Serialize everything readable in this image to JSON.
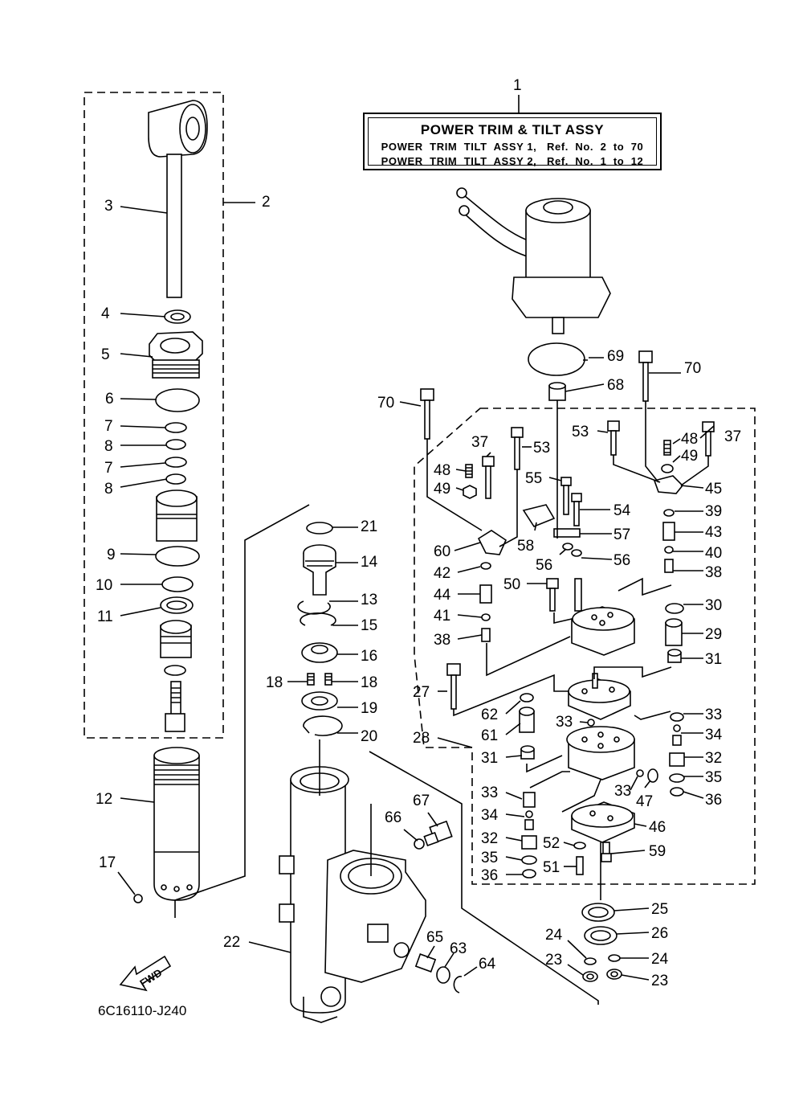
{
  "title_box": {
    "main": "POWER TRIM & TILT ASSY",
    "line1": "POWER  TRIM  TILT  ASSY 1,   Ref.  No.  2  to  70",
    "line2": "POWER  TRIM  TILT  ASSY 2,   Ref.  No.  1  to  12"
  },
  "drawing_code": "6C16110-J240",
  "fwd_label": "FWD",
  "callouts": [
    {
      "id": "c1",
      "text": "1"
    },
    {
      "id": "c2",
      "text": "2"
    },
    {
      "id": "c3",
      "text": "3"
    },
    {
      "id": "c4",
      "text": "4"
    },
    {
      "id": "c5",
      "text": "5"
    },
    {
      "id": "c6",
      "text": "6"
    },
    {
      "id": "c7a",
      "text": "7"
    },
    {
      "id": "c8a",
      "text": "8"
    },
    {
      "id": "c7b",
      "text": "7"
    },
    {
      "id": "c8b",
      "text": "8"
    },
    {
      "id": "c9",
      "text": "9"
    },
    {
      "id": "c10",
      "text": "10"
    },
    {
      "id": "c11",
      "text": "11"
    },
    {
      "id": "c12",
      "text": "12"
    },
    {
      "id": "c13",
      "text": "13"
    },
    {
      "id": "c14",
      "text": "14"
    },
    {
      "id": "c15",
      "text": "15"
    },
    {
      "id": "c16",
      "text": "16"
    },
    {
      "id": "c17",
      "text": "17"
    },
    {
      "id": "c18a",
      "text": "18"
    },
    {
      "id": "c18b",
      "text": "18"
    },
    {
      "id": "c19",
      "text": "19"
    },
    {
      "id": "c20",
      "text": "20"
    },
    {
      "id": "c21",
      "text": "21"
    },
    {
      "id": "c22",
      "text": "22"
    },
    {
      "id": "c23a",
      "text": "23"
    },
    {
      "id": "c23b",
      "text": "23"
    },
    {
      "id": "c24a",
      "text": "24"
    },
    {
      "id": "c24b",
      "text": "24"
    },
    {
      "id": "c25",
      "text": "25"
    },
    {
      "id": "c26",
      "text": "26"
    },
    {
      "id": "c27",
      "text": "27"
    },
    {
      "id": "c28",
      "text": "28"
    },
    {
      "id": "c29",
      "text": "29"
    },
    {
      "id": "c30",
      "text": "30"
    },
    {
      "id": "c31a",
      "text": "31"
    },
    {
      "id": "c31b",
      "text": "31"
    },
    {
      "id": "c32a",
      "text": "32"
    },
    {
      "id": "c32b",
      "text": "32"
    },
    {
      "id": "c33a",
      "text": "33"
    },
    {
      "id": "c33b",
      "text": "33"
    },
    {
      "id": "c33c",
      "text": "33"
    },
    {
      "id": "c33d",
      "text": "33"
    },
    {
      "id": "c34a",
      "text": "34"
    },
    {
      "id": "c34b",
      "text": "34"
    },
    {
      "id": "c35a",
      "text": "35"
    },
    {
      "id": "c35b",
      "text": "35"
    },
    {
      "id": "c36a",
      "text": "36"
    },
    {
      "id": "c36b",
      "text": "36"
    },
    {
      "id": "c37a",
      "text": "37"
    },
    {
      "id": "c37b",
      "text": "37"
    },
    {
      "id": "c38a",
      "text": "38"
    },
    {
      "id": "c38b",
      "text": "38"
    },
    {
      "id": "c39",
      "text": "39"
    },
    {
      "id": "c40",
      "text": "40"
    },
    {
      "id": "c41",
      "text": "41"
    },
    {
      "id": "c42",
      "text": "42"
    },
    {
      "id": "c43",
      "text": "43"
    },
    {
      "id": "c44",
      "text": "44"
    },
    {
      "id": "c45",
      "text": "45"
    },
    {
      "id": "c46",
      "text": "46"
    },
    {
      "id": "c47",
      "text": "47"
    },
    {
      "id": "c48a",
      "text": "48"
    },
    {
      "id": "c48b",
      "text": "48"
    },
    {
      "id": "c49a",
      "text": "49"
    },
    {
      "id": "c49b",
      "text": "49"
    },
    {
      "id": "c50",
      "text": "50"
    },
    {
      "id": "c51",
      "text": "51"
    },
    {
      "id": "c52",
      "text": "52"
    },
    {
      "id": "c53a",
      "text": "53"
    },
    {
      "id": "c53b",
      "text": "53"
    },
    {
      "id": "c54",
      "text": "54"
    },
    {
      "id": "c55",
      "text": "55"
    },
    {
      "id": "c56a",
      "text": "56"
    },
    {
      "id": "c56b",
      "text": "56"
    },
    {
      "id": "c57",
      "text": "57"
    },
    {
      "id": "c58",
      "text": "58"
    },
    {
      "id": "c59",
      "text": "59"
    },
    {
      "id": "c60",
      "text": "60"
    },
    {
      "id": "c61",
      "text": "61"
    },
    {
      "id": "c62",
      "text": "62"
    },
    {
      "id": "c63",
      "text": "63"
    },
    {
      "id": "c64",
      "text": "64"
    },
    {
      "id": "c65",
      "text": "65"
    },
    {
      "id": "c66",
      "text": "66"
    },
    {
      "id": "c67",
      "text": "67"
    },
    {
      "id": "c68",
      "text": "68"
    },
    {
      "id": "c69",
      "text": "69"
    },
    {
      "id": "c70a",
      "text": "70"
    },
    {
      "id": "c70b",
      "text": "70"
    }
  ]
}
